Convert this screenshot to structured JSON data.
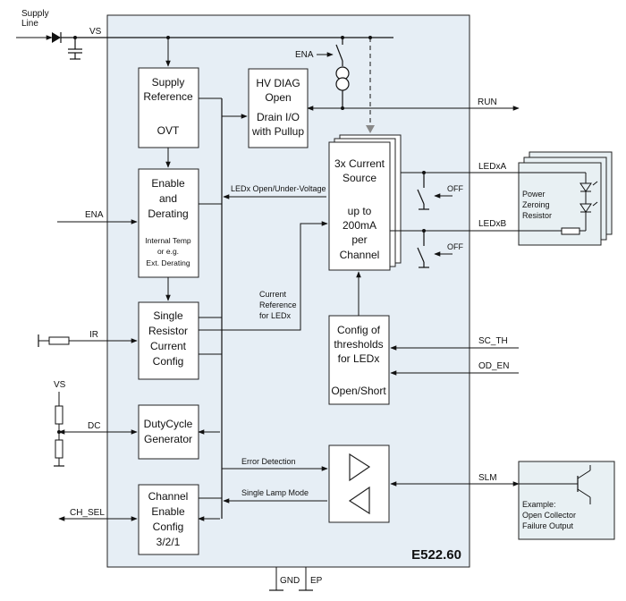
{
  "chip": {
    "name": "E522.60",
    "colors": {
      "chip_fill": "#e6eef5",
      "ext_fill": "#e8f0f3",
      "stroke": "#222222"
    }
  },
  "inputs": {
    "supply_line": [
      "Supply",
      "Line"
    ],
    "vs": "VS",
    "ena_top": "ENA",
    "ena_left": "ENA",
    "ir": "IR",
    "vs_divider": "VS",
    "dc": "DC",
    "ch_sel": "CH_SEL",
    "gnd": "GND",
    "ep": "EP"
  },
  "outputs": {
    "run": "RUN",
    "ledxa": "LEDxA",
    "ledxb": "LEDxB",
    "sc_th": "SC_TH",
    "od_en": "OD_EN",
    "slm": "SLM"
  },
  "blocks": {
    "supply_ref": [
      "Supply",
      "Reference",
      "OVT"
    ],
    "enable": [
      "Enable",
      "and",
      "Derating"
    ],
    "enable_small": [
      "Internal Temp",
      "or e.g.",
      "Ext. Derating"
    ],
    "single_res": [
      "Single",
      "Resistor",
      "Current",
      "Config"
    ],
    "duty": [
      "DutyCycle",
      "Generator"
    ],
    "channel": [
      "Channel",
      "Enable",
      "Config",
      "3/2/1"
    ],
    "hvdiag": [
      "HV DIAG",
      "Open",
      "Drain I/O",
      "with Pullup"
    ],
    "current_source": [
      "3x Current",
      "Source",
      "up to",
      "200mA",
      "per",
      "Channel"
    ],
    "config_th": [
      "Config of",
      "thresholds",
      "for LEDx",
      "Open/Short"
    ]
  },
  "annotations": {
    "ledx_ouv": "LEDx Open/Under-Voltage",
    "current_ref": [
      "Current",
      "Reference",
      "for LEDx"
    ],
    "error_detection": "Error Detection",
    "single_lamp": "Single Lamp Mode",
    "off1": "OFF",
    "off2": "OFF"
  },
  "external": {
    "power_zeroing": [
      "Power",
      "Zeroing",
      "Resistor"
    ],
    "example": [
      "Example:",
      "Open Collector",
      "Failure Output"
    ]
  }
}
